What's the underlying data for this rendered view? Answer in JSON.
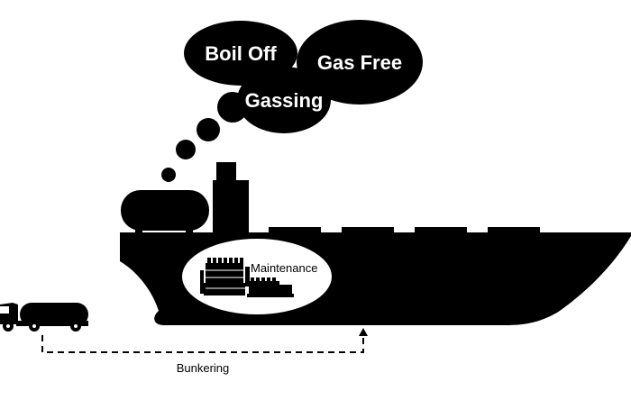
{
  "clouds": {
    "boil_off": "Boil Off",
    "gas_free": "Gas Free",
    "gassing": "Gassing"
  },
  "engine_room": {
    "label": "Maintenance"
  },
  "bunkering": {
    "label": "Bunkering"
  },
  "colors": {
    "ink": "#000000",
    "paper": "#ffffff"
  }
}
